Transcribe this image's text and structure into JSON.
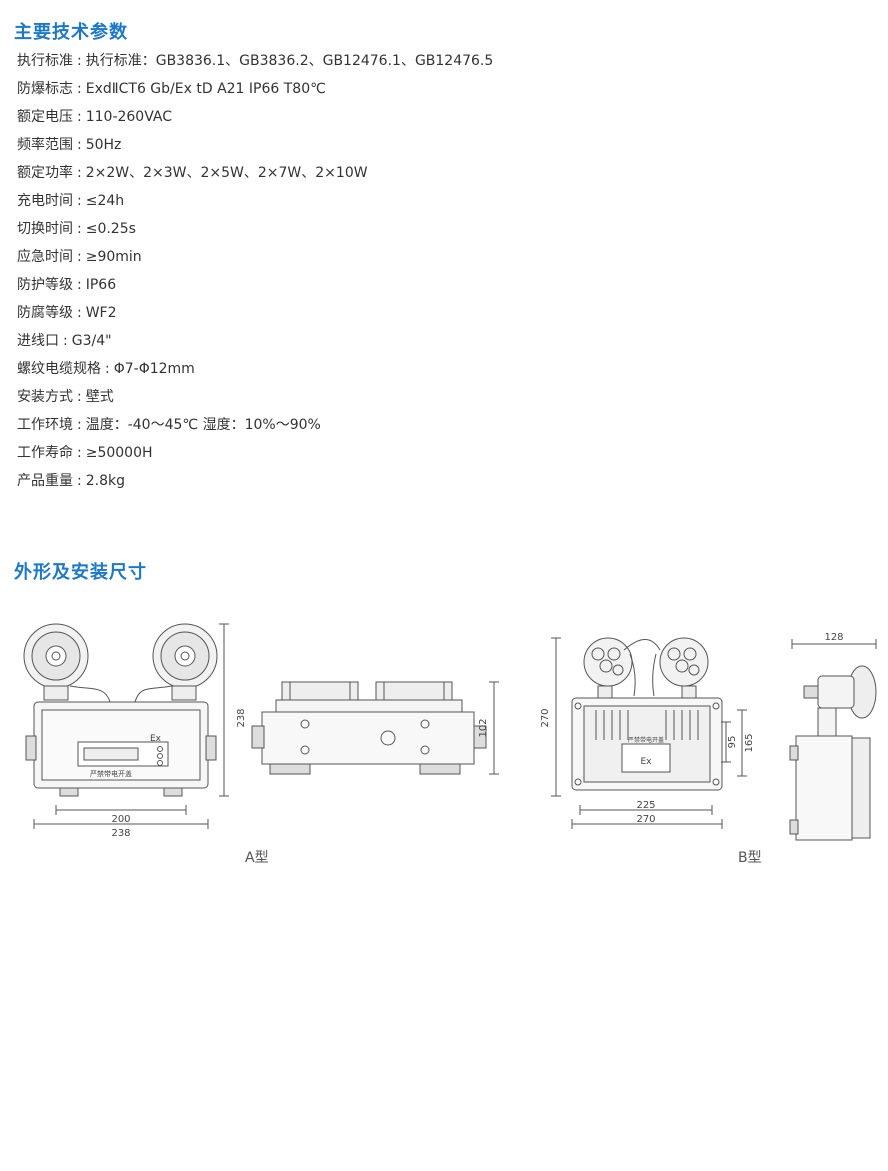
{
  "sections": {
    "specs_title": "主要技术参数",
    "dims_title": "外形及安装尺寸"
  },
  "specs": [
    {
      "label": "执行标准",
      "value": "执行标准：GB3836.1、GB3836.2、GB12476.1、GB12476.5"
    },
    {
      "label": "防爆标志",
      "value": "ExdⅡCT6 Gb/Ex tD A21 IP66 T80℃"
    },
    {
      "label": "额定电压",
      "value": "110-260VAC"
    },
    {
      "label": "频率范围",
      "value": "50Hz"
    },
    {
      "label": "额定功率",
      "value": "2×2W、2×3W、2×5W、2×7W、2×10W"
    },
    {
      "label": "充电时间",
      "value": "≤24h"
    },
    {
      "label": "切换时间",
      "value": "≤0.25s"
    },
    {
      "label": "应急时间",
      "value": "≥90min"
    },
    {
      "label": "防护等级",
      "value": "IP66"
    },
    {
      "label": "防腐等级",
      "value": "WF2"
    },
    {
      "label": "进线口",
      "value": "G3/4\""
    },
    {
      "label": "螺纹电缆规格",
      "value": "Φ7-Φ12mm"
    },
    {
      "label": "安装方式",
      "value": "壁式"
    },
    {
      "label": "工作环境",
      "value": "温度：-40～45℃ 湿度：10%～90%"
    },
    {
      "label": "工作寿命",
      "value": "≥50000H"
    },
    {
      "label": "产品重量",
      "value": "2.8kg"
    }
  ],
  "separator": ":",
  "drawings": {
    "a_front": {
      "dim_height": "238",
      "dim_width_inner": "200",
      "dim_width_outer": "238",
      "panel_ex": "Ex",
      "panel_warning": "严禁带电开盖"
    },
    "a_side": {
      "dim_height": "102"
    },
    "b_front": {
      "dim_height": "270",
      "dim_inner_1": "95",
      "dim_inner_2": "165",
      "dim_width_inner": "225",
      "dim_width_outer": "270",
      "panel_ex": "Ex",
      "panel_warning": "严禁带电开盖"
    },
    "b_side": {
      "dim_depth": "128"
    }
  },
  "captions": {
    "a": "A型",
    "b": "B型"
  }
}
